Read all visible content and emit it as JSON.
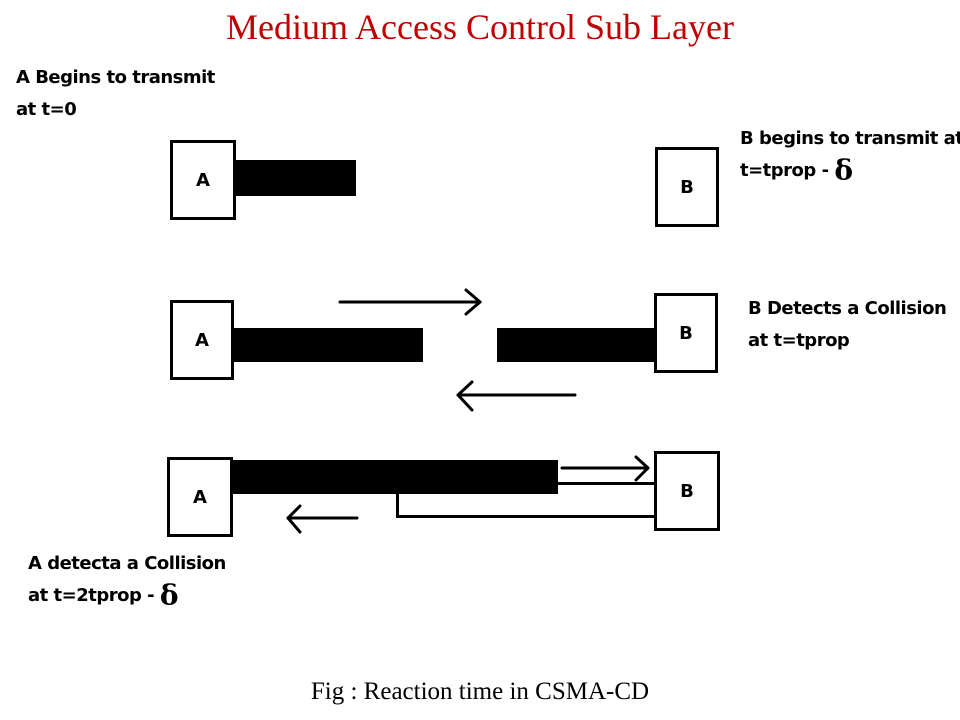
{
  "title": "Medium Access Control Sub Layer",
  "caption": "Fig : Reaction time in CSMA-CD",
  "notes": {
    "a_begins_line1": "A Begins to transmit",
    "a_begins_line2": "at t=0",
    "b_begins_line1": "B begins to transmit at",
    "b_begins_line2": "t=tprop -",
    "b_detects_line1": "B Detects a Collision",
    "b_detects_line2": "at t=tprop",
    "a_detects_line1": "A detecta a Collision",
    "a_detects_line2": "at t=2tprop -",
    "delta_symbol": "δ"
  },
  "stations": {
    "a": "A",
    "b": "B"
  },
  "colors": {
    "title": "#c00000",
    "ink": "#000000"
  }
}
